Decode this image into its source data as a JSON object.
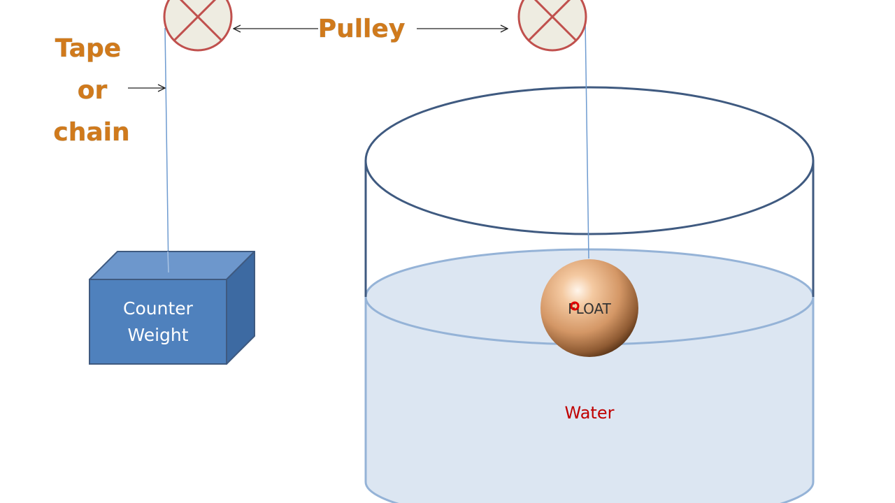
{
  "labels": {
    "pulley": "Pulley",
    "tape_line1": "Tape",
    "tape_line2": "or",
    "tape_line3": "chain",
    "counter_line1": "Counter",
    "counter_line2": "Weight",
    "float": "FLOAT",
    "water": "Water"
  },
  "colors": {
    "label_orange": "#D07A1C",
    "pulley_stroke": "#C0504D",
    "pulley_fill": "#EEECE1",
    "weight_front": "#4F81BD",
    "weight_top": "#6D97CC",
    "weight_side": "#3D6AA2",
    "tank_outline": "#3F5A80",
    "water_fill": "#DCE6F2",
    "water_outline": "#95B3D7",
    "water_label": "#C00000",
    "float_marker": "#E00000"
  },
  "icons": {
    "pulley": "circle-with-x-icon",
    "arrows": "arrow-icon"
  }
}
